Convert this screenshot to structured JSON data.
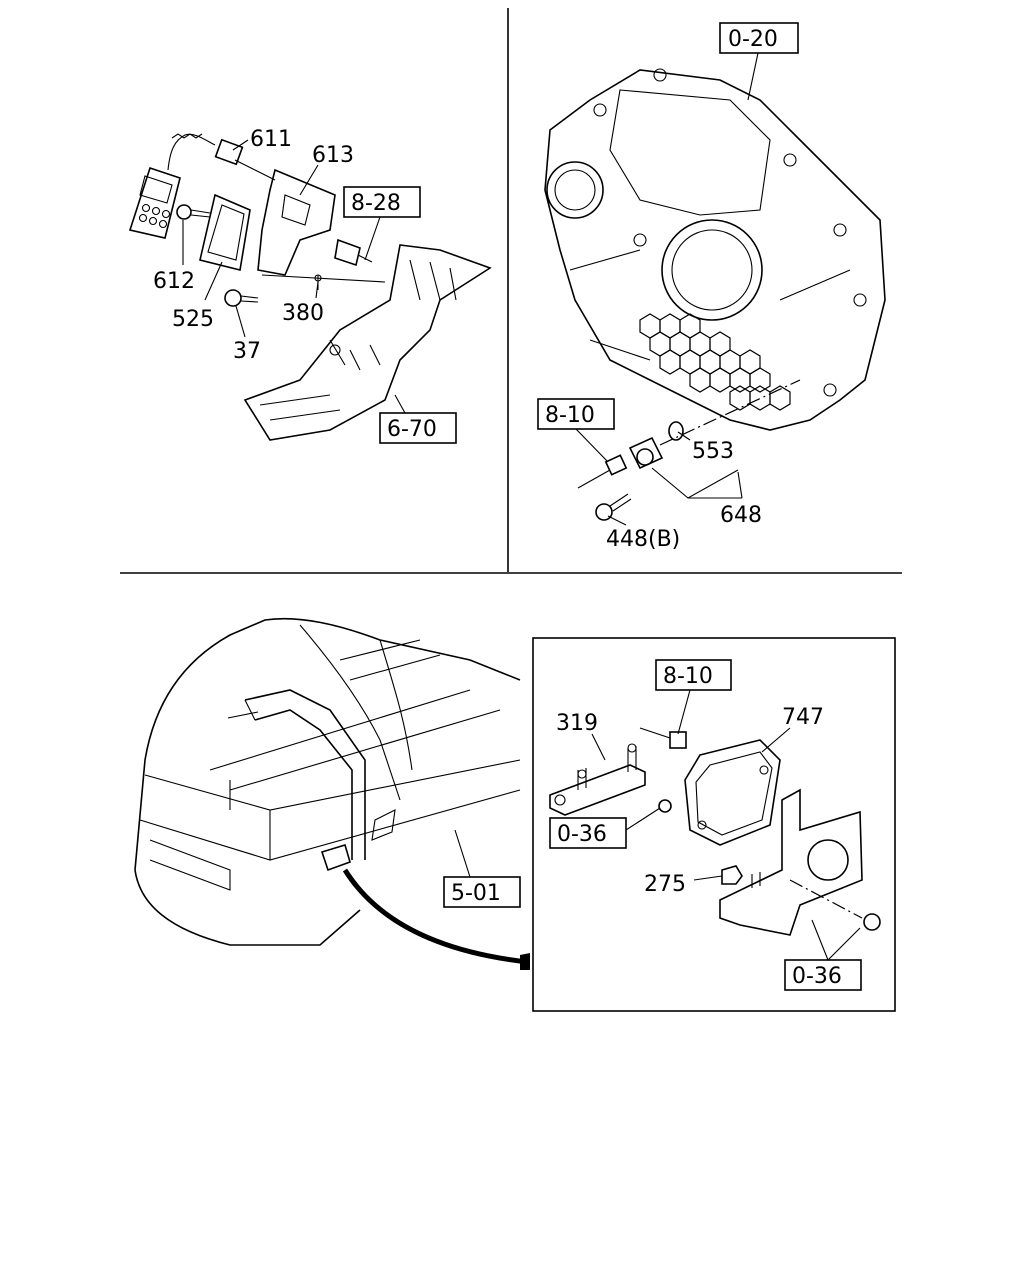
{
  "quadrant_top_left": {
    "part_labels": [
      "611",
      "613",
      "612",
      "525",
      "380",
      "37"
    ],
    "ref_boxes": [
      "8-28",
      "6-70"
    ]
  },
  "quadrant_top_right": {
    "part_labels": [
      "553",
      "648",
      "448(B)"
    ],
    "ref_boxes": [
      "0-20",
      "8-10"
    ]
  },
  "bottom_section": {
    "vehicle_ref_box": "5-01",
    "detail_part_labels": [
      "319",
      "747",
      "275"
    ],
    "detail_ref_boxes": [
      "8-10",
      "0-36",
      "0-36"
    ]
  }
}
